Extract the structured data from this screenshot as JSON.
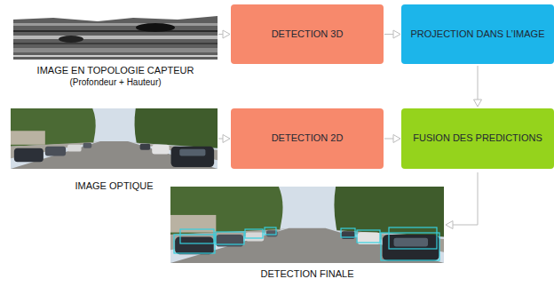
{
  "diagram": {
    "nodes": [
      {
        "text": [
          "IMAGE EN TOPOLOGIE CAPTEUR",
          "(Profondeur + Hauteur)"
        ]
      },
      {
        "text": [
          "DETECTION 3D"
        ]
      },
      {
        "text": [
          "PROJECTION DANS L’IMAGE"
        ]
      },
      {
        "text": [
          "IMAGE OPTIQUE"
        ]
      },
      {
        "text": [
          "DETECTION 2D"
        ]
      },
      {
        "text": [
          "FUSION DES PREDICTIONS"
        ]
      },
      {
        "text": [
          "DETECTION FINALE"
        ]
      }
    ],
    "edges": [
      {
        "from": 0,
        "to": 1,
        "arrow": "to"
      },
      {
        "from": 1,
        "to": 2,
        "arrow": "to"
      },
      {
        "from": 2,
        "to": 5,
        "arrow": "to"
      },
      {
        "from": 3,
        "to": 4,
        "arrow": "to"
      },
      {
        "from": 4,
        "to": 5,
        "arrow": "to"
      },
      {
        "from": 5,
        "to": 6,
        "arrow": "to"
      }
    ]
  }
}
